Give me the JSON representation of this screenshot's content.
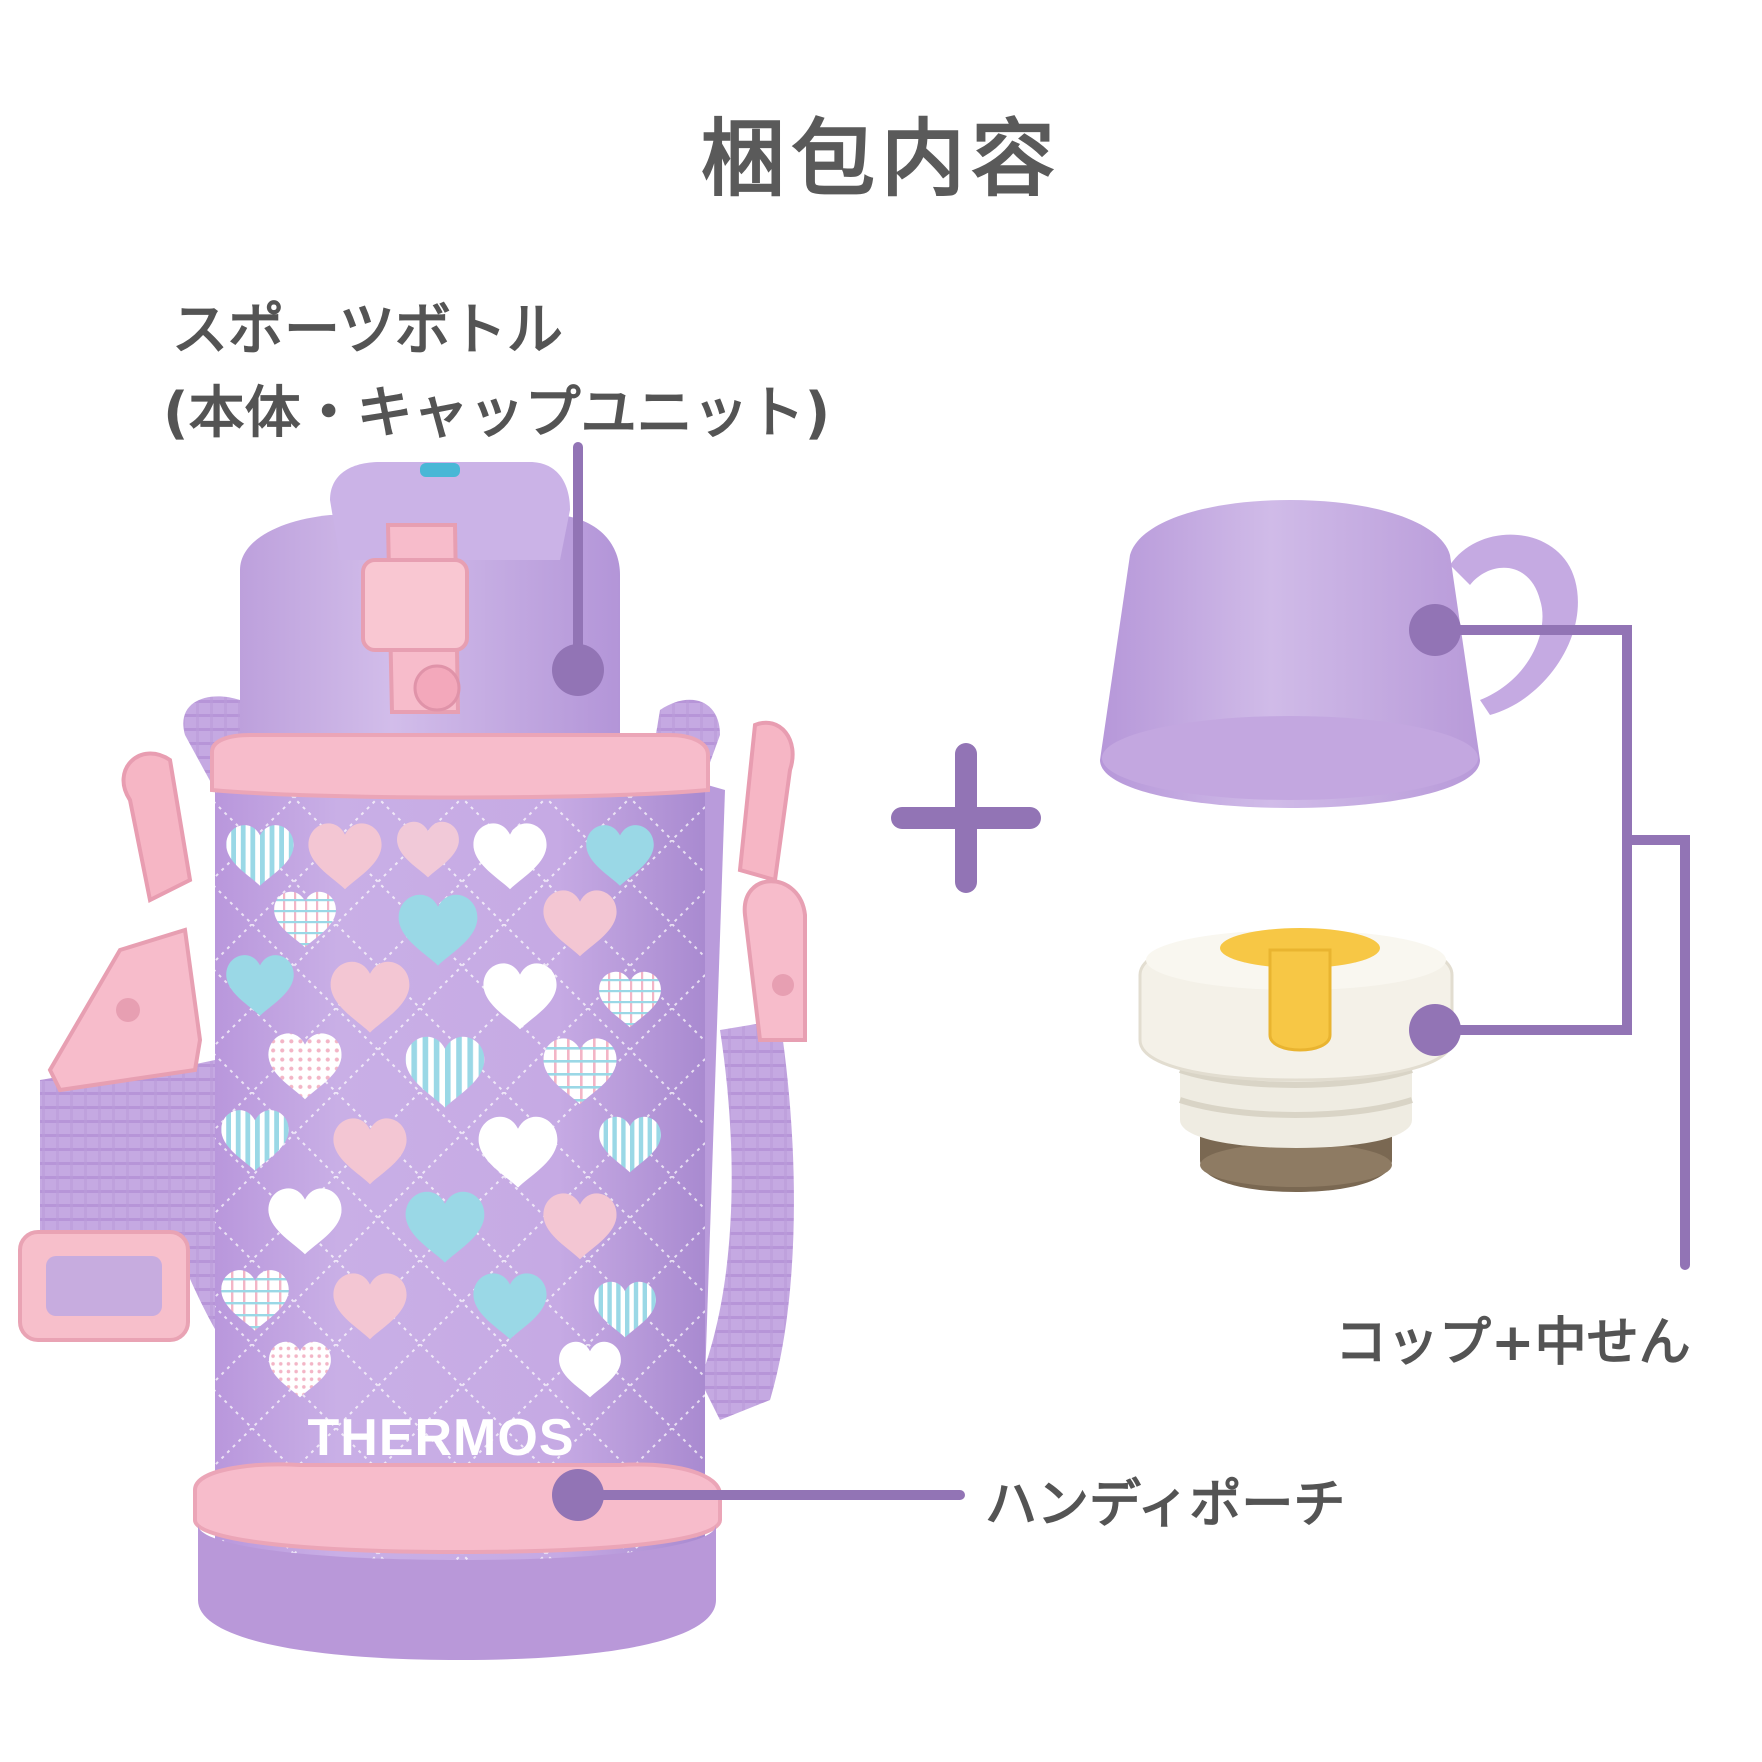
{
  "title": "梱包内容",
  "labels": {
    "bottle_line1": "スポーツボトル",
    "bottle_line2": "(本体・キャップユニット)",
    "cup": "コップ+中せん",
    "pouch": "ハンディポーチ"
  },
  "product": {
    "brand_text": "THERMOS"
  },
  "colors": {
    "text": "#545454",
    "callout": "#9274b5",
    "lavender": "#c3a8dd",
    "pink": "#f4b7c4",
    "heart_blue": "#9ad8e6",
    "heart_pink": "#f3c6d3",
    "stopper_white": "#f4f1e8",
    "stopper_yellow": "#f7c745"
  },
  "icons": {
    "plus": "plus-icon",
    "callout_marker": "callout-dot-icon"
  }
}
